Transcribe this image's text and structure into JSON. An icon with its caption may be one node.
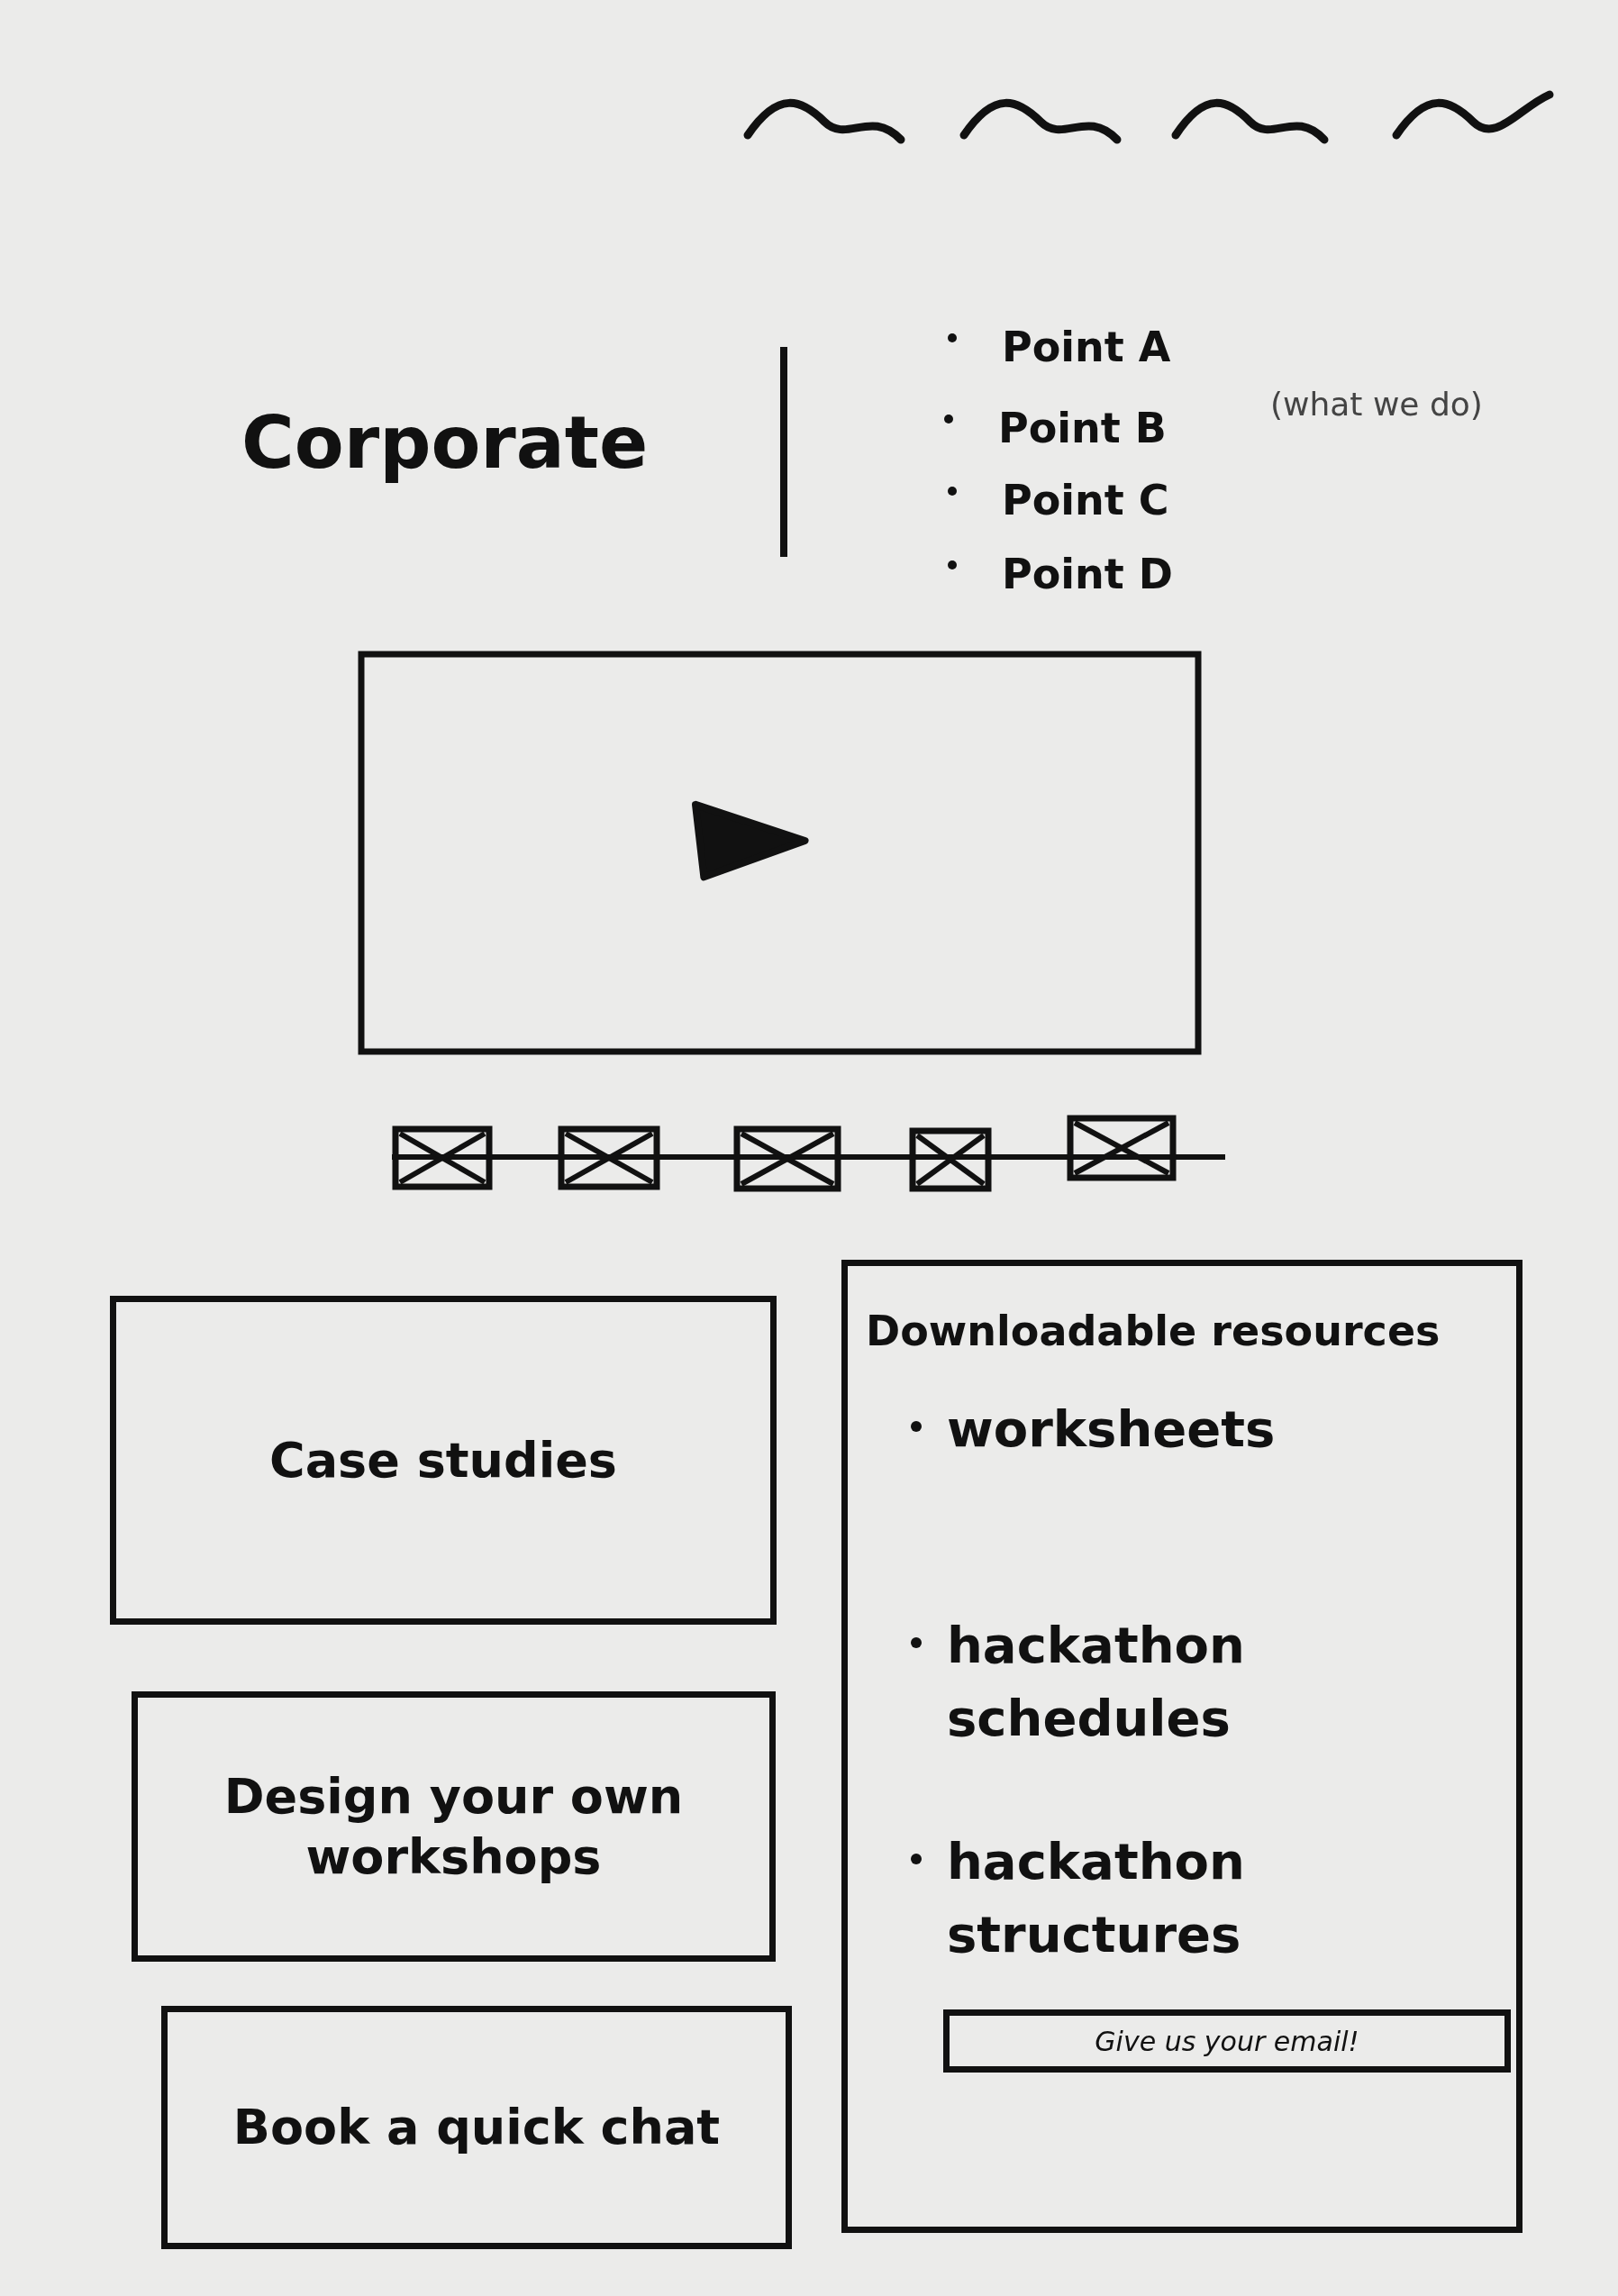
{
  "diagram": {
    "nodes": [
      {
        "text": [],
        "shape": "box"
      },
      {
        "text": [],
        "shape": "box"
      },
      {
        "text": [],
        "shape": "box"
      },
      {
        "text": [],
        "shape": "box"
      },
      {
        "text": [],
        "shape": "box"
      },
      {
        "text": [],
        "shape": "box"
      },
      {
        "text": [
          "Case studies"
        ]
      },
      {
        "text": [
          "Downloadable resources",
          "worksheets",
          "hackathon schedules",
          "hackathon structures"
        ]
      },
      {
        "text": [
          "Give us your email!"
        ],
        "in": 7
      },
      {
        "text": [
          "Design your own workshops"
        ]
      },
      {
        "text": [
          "Book a quick chat"
        ]
      }
    ],
    "labels": [
      "Corporate",
      "Point A",
      "Point B",
      "Point C",
      "Point D",
      "(what we do)"
    ]
  }
}
